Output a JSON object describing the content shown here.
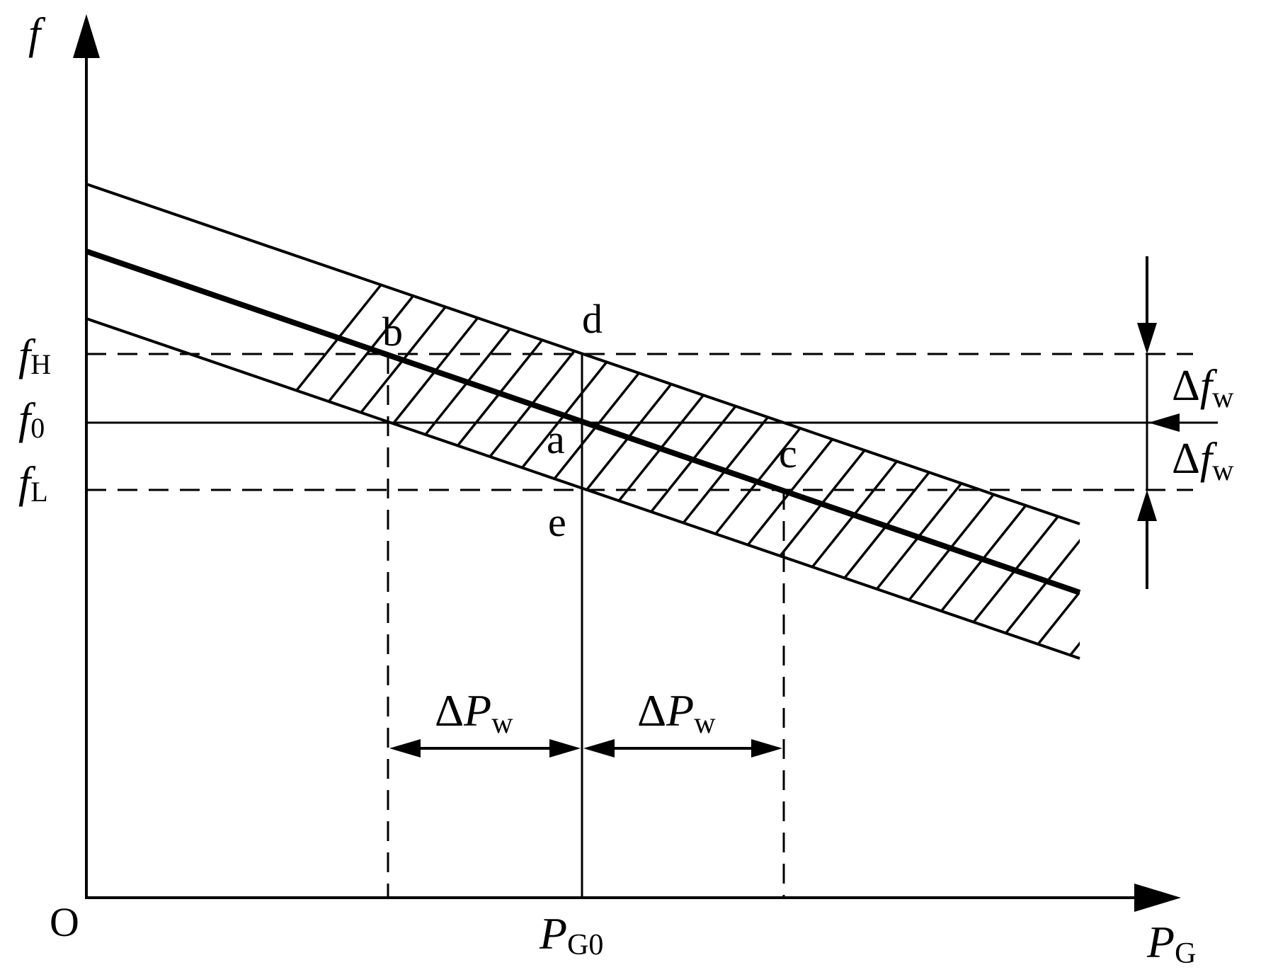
{
  "labels": {
    "y_axis": {
      "main": "f",
      "sub": ""
    },
    "x_axis": {
      "main": "P",
      "sub": "G"
    },
    "origin": "O",
    "p_g0": {
      "main": "P",
      "sub": "G0"
    },
    "f_h": {
      "main": "f",
      "sub": "H"
    },
    "f_0": {
      "main": "f",
      "sub": "0"
    },
    "f_l": {
      "main": "f",
      "sub": "L"
    },
    "point_a": "a",
    "point_b": "b",
    "point_c": "c",
    "point_d": "d",
    "point_e": "e",
    "delta_pw": {
      "delta": "Δ",
      "main": "P",
      "sub": "w"
    },
    "delta_fw": {
      "delta": "Δ",
      "main": "f",
      "sub": "w"
    }
  },
  "colors": {
    "ink": "#000000",
    "background": "#ffffff"
  }
}
